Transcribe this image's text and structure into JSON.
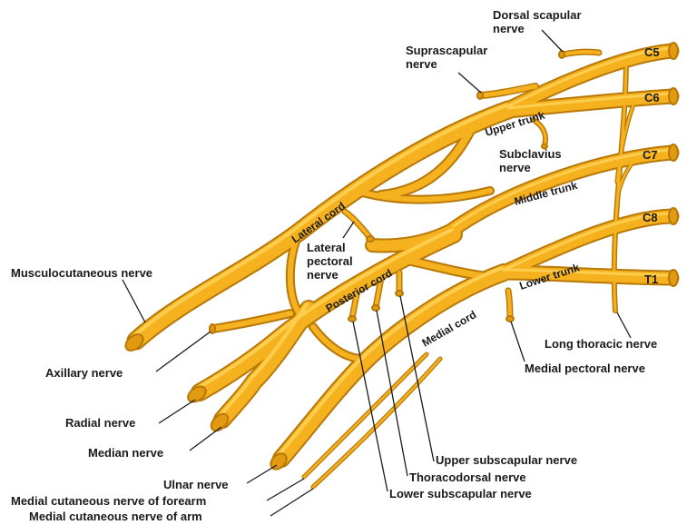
{
  "labels": {
    "dorsal_scapular": [
      "Dorsal scapular",
      "nerve"
    ],
    "suprascapular": [
      "Suprascapular",
      "nerve"
    ],
    "c5": "C5",
    "c6": "C6",
    "c7": "C7",
    "c8": "C8",
    "t1": "T1",
    "upper_trunk": "Upper trunk",
    "middle_trunk": "Middle trunk",
    "lower_trunk": "Lower trunk",
    "subclavius": [
      "Subclavius",
      "nerve"
    ],
    "lateral_cord": "Lateral cord",
    "posterior_cord": "Posterior cord",
    "medial_cord": "Medial cord",
    "lateral_pectoral": [
      "Lateral",
      "pectoral",
      "nerve"
    ],
    "musculocutaneous": "Musculocutaneous nerve",
    "axillary": "Axillary nerve",
    "radial": "Radial nerve",
    "median": "Median nerve",
    "ulnar": "Ulnar nerve",
    "med_cut_forearm": "Medial cutaneous nerve of forearm",
    "med_cut_arm": "Medial cutaneous nerve of arm",
    "long_thoracic": "Long thoracic nerve",
    "medial_pectoral": "Medial pectoral nerve",
    "upper_subscapular": "Upper subscapular nerve",
    "thoracodorsal": "Thoracodorsal nerve",
    "lower_subscapular": "Lower subscapular nerve"
  },
  "colors": {
    "nerve_fill": "#f5b21e",
    "nerve_outline": "#b87808",
    "nerve_highlight": "#ffd45a",
    "label_text": "#1a1a1a"
  }
}
